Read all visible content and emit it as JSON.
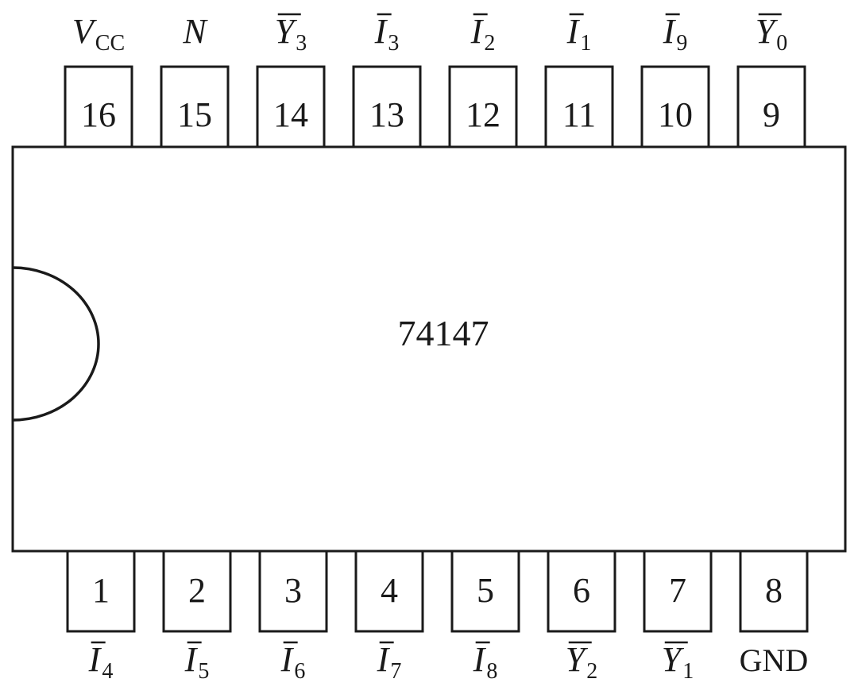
{
  "chip": {
    "part_number": "74147"
  },
  "top_pins": [
    {
      "number": "16",
      "main": "V",
      "sub": "CC",
      "overbar": false,
      "italic": true
    },
    {
      "number": "15",
      "main": "N",
      "sub": "",
      "overbar": false,
      "italic": true
    },
    {
      "number": "14",
      "main": "Y",
      "sub": "3",
      "overbar": true,
      "italic": true
    },
    {
      "number": "13",
      "main": "I",
      "sub": "3",
      "overbar": true,
      "italic": true
    },
    {
      "number": "12",
      "main": "I",
      "sub": "2",
      "overbar": true,
      "italic": true
    },
    {
      "number": "11",
      "main": "I",
      "sub": "1",
      "overbar": true,
      "italic": true
    },
    {
      "number": "10",
      "main": "I",
      "sub": "9",
      "overbar": true,
      "italic": true
    },
    {
      "number": "9",
      "main": "Y",
      "sub": "0",
      "overbar": true,
      "italic": true
    }
  ],
  "bottom_pins": [
    {
      "number": "1",
      "main": "I",
      "sub": "4",
      "overbar": true,
      "italic": true
    },
    {
      "number": "2",
      "main": "I",
      "sub": "5",
      "overbar": true,
      "italic": true
    },
    {
      "number": "3",
      "main": "I",
      "sub": "6",
      "overbar": true,
      "italic": true
    },
    {
      "number": "4",
      "main": "I",
      "sub": "7",
      "overbar": true,
      "italic": true
    },
    {
      "number": "5",
      "main": "I",
      "sub": "8",
      "overbar": true,
      "italic": true
    },
    {
      "number": "6",
      "main": "Y",
      "sub": "2",
      "overbar": true,
      "italic": true
    },
    {
      "number": "7",
      "main": "Y",
      "sub": "1",
      "overbar": true,
      "italic": true
    },
    {
      "number": "8",
      "main": "GND",
      "sub": "",
      "overbar": false,
      "italic": false
    }
  ]
}
